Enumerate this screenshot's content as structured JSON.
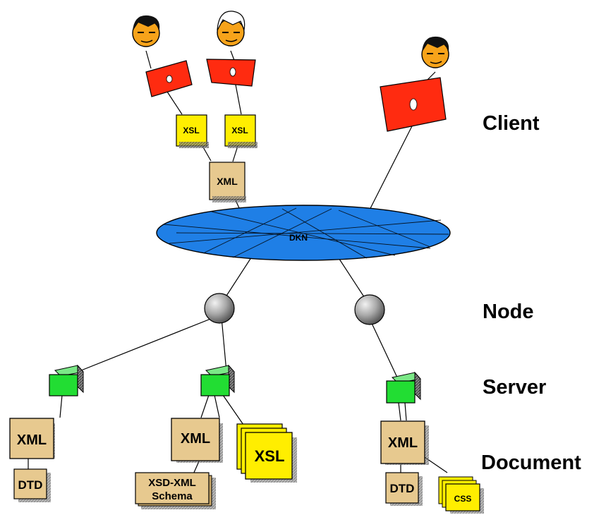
{
  "network": {
    "label": "DKN"
  },
  "tiers": {
    "client": "Client",
    "node": "Node",
    "server": "Server",
    "document": "Document"
  },
  "docs": {
    "xsl_small_1": "XSL",
    "xsl_small_2": "XSL",
    "xml_client": "XML",
    "xml_left": "XML",
    "xml_mid": "XML",
    "xml_right": "XML",
    "xsl_stack": "XSL",
    "dtd_left": "DTD",
    "dtd_right": "DTD",
    "schema_line1": "XSD-XML",
    "schema_line2": "Schema",
    "css": "CSS"
  },
  "colors": {
    "network_fill": "#1f7fe6",
    "device_red": "#ff2b10",
    "server_green": "#22dd33",
    "doc_tan": "#e7c98f",
    "doc_yellow": "#ffee00",
    "node_gray": "#a8a8a8",
    "face_orange": "#f7a31a"
  },
  "icons": [
    "user-face-icon",
    "display-device-icon",
    "document-icon",
    "globe-node-icon",
    "server-cube-icon"
  ]
}
